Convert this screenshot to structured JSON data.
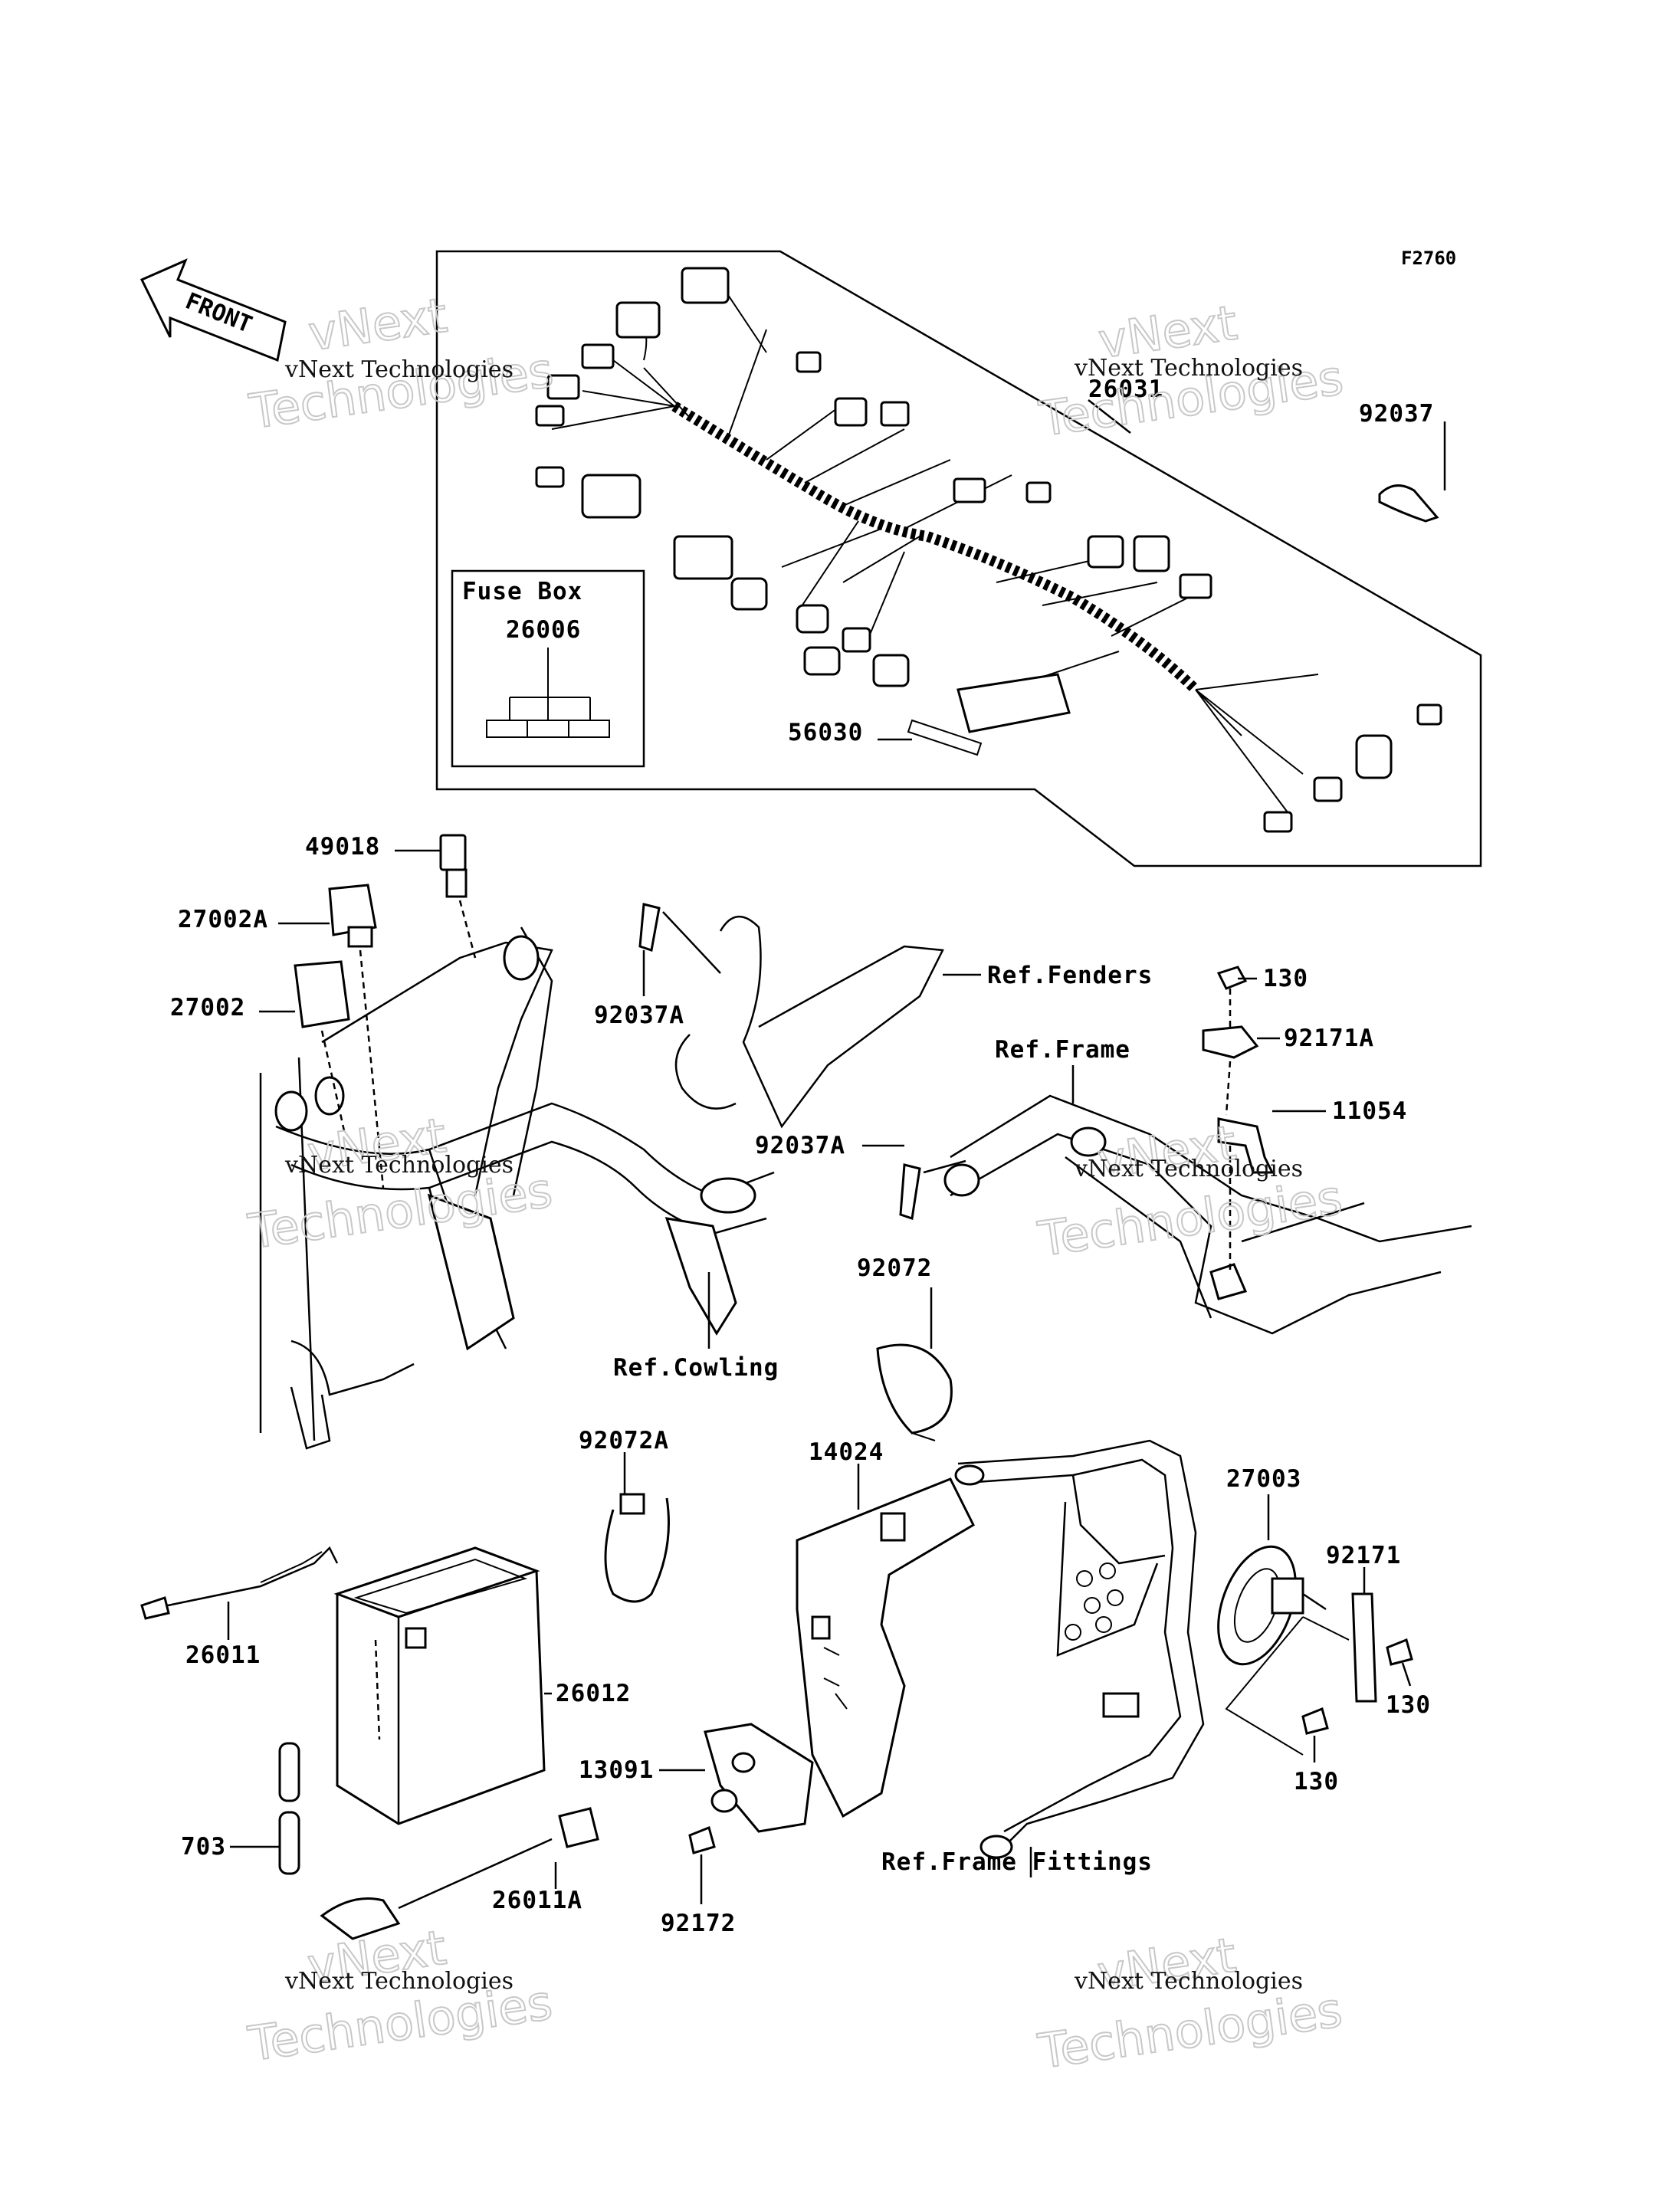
{
  "diagram_code": "F2760",
  "front_label": "FRONT",
  "fuse_box": {
    "title": "Fuse Box",
    "part": "26006"
  },
  "watermark": {
    "line1": "vNext Technologies",
    "line2": "vNext",
    "line3": "Technologies"
  },
  "parts": {
    "p26031": "26031",
    "p92037": "92037",
    "p56030": "56030",
    "p49018": "49018",
    "p27002A": "27002A",
    "p27002": "27002",
    "p92037A_1": "92037A",
    "p92037A_2": "92037A",
    "p130_1": "130",
    "p92171A": "92171A",
    "p11054": "11054",
    "p92072": "92072",
    "p92072A": "92072A",
    "p14024": "14024",
    "p27003": "27003",
    "p92171": "92171",
    "p130_2": "130",
    "p130_3": "130",
    "p26011": "26011",
    "p26012": "26012",
    "p13091": "13091",
    "p703": "703",
    "p26011A": "26011A",
    "p92172": "92172"
  },
  "refs": {
    "fenders": "Ref.Fenders",
    "frame": "Ref.Frame",
    "cowling": "Ref.Cowling",
    "frame_fittings": "Ref.Frame Fittings"
  }
}
